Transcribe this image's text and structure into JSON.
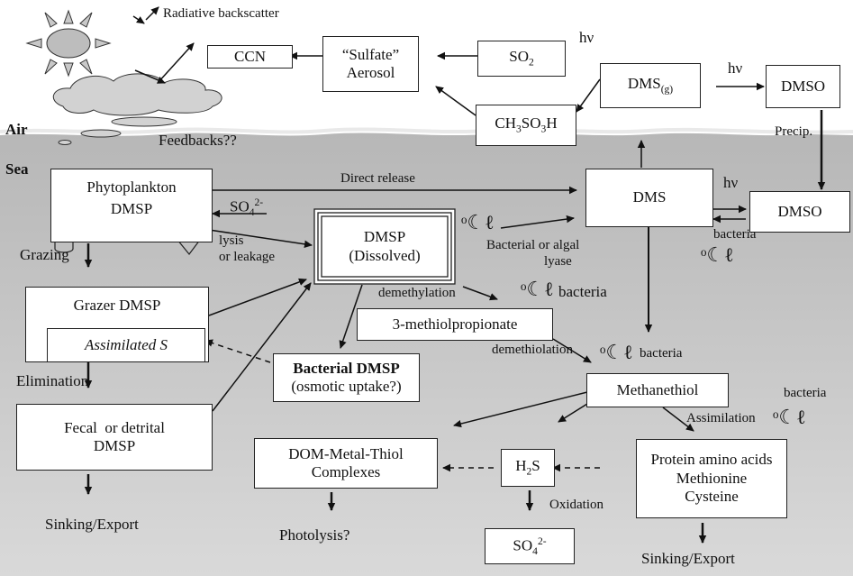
{
  "zones": {
    "air": "Air",
    "sea": "Sea"
  },
  "boxes": {
    "ccn": "CCN",
    "sulfate_1": "“Sulfate”",
    "sulfate_2": "Aerosol",
    "so2": "SO",
    "so2_sub": "2",
    "dmsg": "DMS",
    "dmsg_sub": "(g)",
    "dmso_air": "DMSO",
    "ch3so3h_a": "CH",
    "ch3so3h_b": "3",
    "ch3so3h_c": "SO",
    "ch3so3h_d": "3",
    "ch3so3h_e": "H",
    "phyto_1": "Phytoplankton",
    "phyto_2": "DMSP",
    "dmsp_diss_1": "DMSP",
    "dmsp_diss_2": "(Dissolved)",
    "dms_sea": "DMS",
    "dmso_sea": "DMSO",
    "grazer": "Grazer DMSP",
    "assimilated": "Assimilated S",
    "methiol": "3-methiolpropionate",
    "bact_dmsp_1": "Bacterial DMSP",
    "bact_dmsp_2": "(osmotic uptake?)",
    "fecal_1": "Fecal  or detrital",
    "fecal_2": "DMSP",
    "methanethiol": "Methanethiol",
    "dom_1": "DOM-Metal-Thiol",
    "dom_2": "Complexes",
    "h2s_a": "H",
    "h2s_b": "2",
    "h2s_c": "S",
    "protein_1": "Protein amino acids",
    "protein_2": "Methionine",
    "protein_3": "Cysteine",
    "so4_bottom": "SO",
    "so4_bottom_sub": "4",
    "so4_bottom_sup": "2-"
  },
  "labels": {
    "radiative": "Radiative backscatter",
    "hv1": "hν",
    "hv2": "hν",
    "hv3": "hν",
    "feedbacks": "Feedbacks??",
    "precip": "Precip.",
    "direct_release": "Direct release",
    "so4_mid": "SO",
    "so4_mid_sub": "4",
    "so4_mid_sup": "2-",
    "lysis_1": "lysis",
    "lysis_2": "or leakage",
    "grazing": "Grazing",
    "bact_algal_1": "Bacterial or algal",
    "bact_algal_2": "lyase",
    "bacteria_right": "bacteria",
    "demethylation": "demethylation",
    "bacteria_demethylation": "bacteria",
    "demethiolation": "demethiolation",
    "bacteria_demethiolation": "bacteria",
    "elimination": "Elimination",
    "bacteria_assim": "bacteria",
    "assimilation": "Assimilation",
    "oxidation": "Oxidation",
    "sinking_left": "Sinking/Export",
    "photolysis": "Photolysis?",
    "sinking_right": "Sinking/Export"
  },
  "glyphs": {
    "bacteria_symbol": "ᵒ☾ℓ"
  },
  "icons": [
    "sun-icon",
    "cloud-icon",
    "sea-surface-wave",
    "bacteria-icon",
    "cell-cylinder-icon",
    "cell-heart-icon"
  ],
  "colors": {
    "sea_band": "#bdbdbd",
    "sun": "#c4c4c4",
    "cloud": "#d4d4d4",
    "ink": "#111111"
  }
}
